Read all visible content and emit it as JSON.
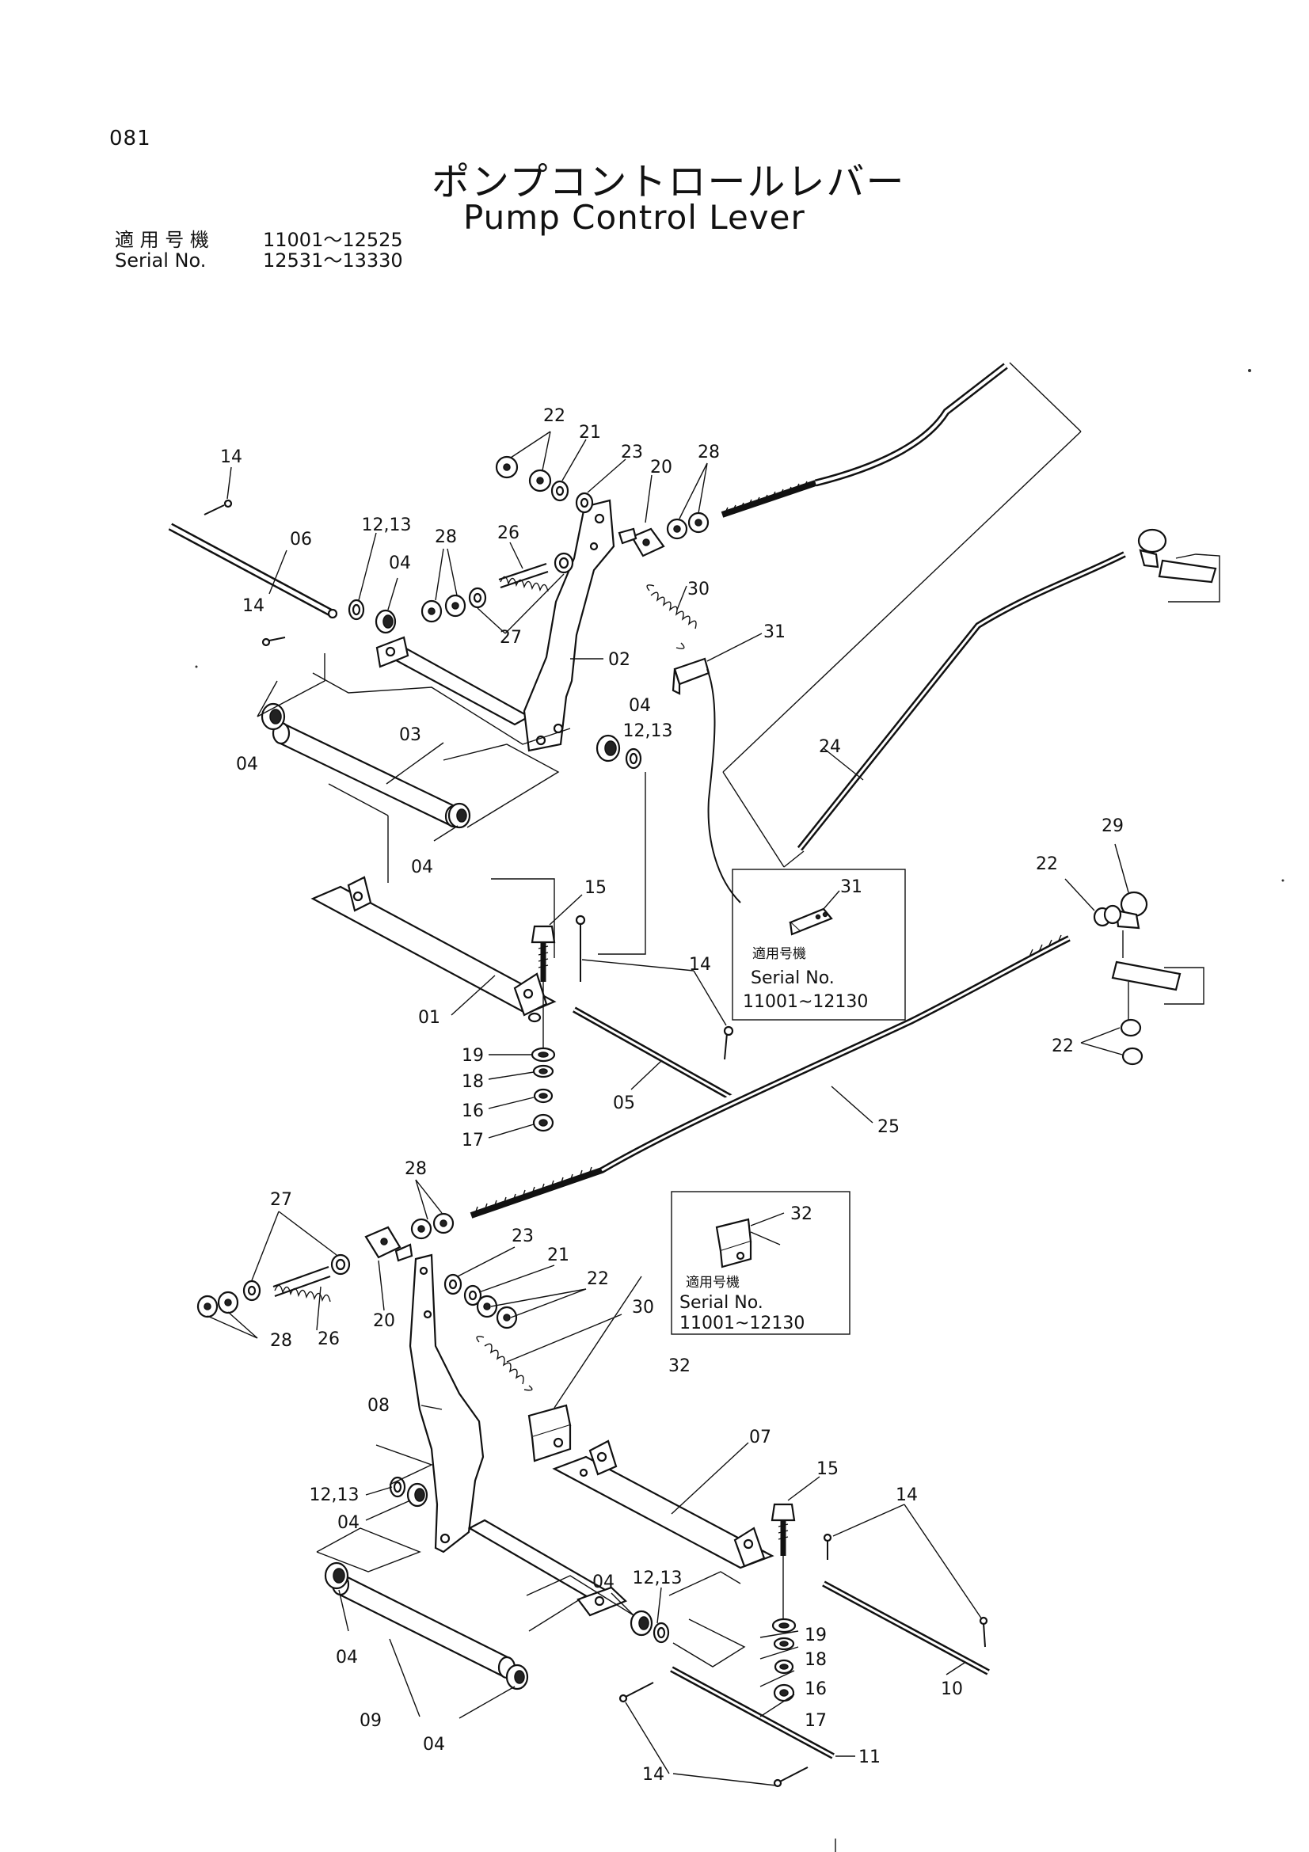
{
  "page_number": "081",
  "title_jp": "ポンプコントロールレバー",
  "title_en": "Pump Control Lever",
  "serial": {
    "label_jp": "適 用 号 機",
    "label_en": "Serial No.",
    "range1": "11001～12525",
    "range2": "12531～13330"
  },
  "callouts": {
    "c14a": "14",
    "c06": "06",
    "c1213a": "12,13",
    "c04a": "04",
    "c28a": "28",
    "c26a": "26",
    "c22a": "22",
    "c21a": "21",
    "c23a": "23",
    "c20a": "20",
    "c28b": "28",
    "c30a": "30",
    "c27a": "27",
    "c02": "02",
    "c31a": "31",
    "c14b": "14",
    "c04b": "04",
    "c03": "03",
    "c04c": "04",
    "c04d": "04",
    "c1213b": "12,13",
    "c24": "24",
    "c15a": "15",
    "c14c": "14",
    "c01": "01",
    "c19a": "19",
    "c18a": "18",
    "c16a": "16",
    "c17a": "17",
    "c05": "05",
    "c25": "25",
    "c29": "29",
    "c22b": "22",
    "c22c": "22",
    "c28c": "28",
    "c27b": "27",
    "c23b": "23",
    "c21b": "21",
    "c22d": "22",
    "c26b": "26",
    "c20b": "20",
    "c28d": "28",
    "c30b": "30",
    "c32a": "32",
    "c08": "08",
    "c07": "07",
    "c15b": "15",
    "c14d": "14",
    "c1213c": "12,13",
    "c04e": "04",
    "c04f": "04",
    "c04g": "04",
    "c1213d": "12,13",
    "c19b": "19",
    "c18b": "18",
    "c16b": "16",
    "c17b": "17",
    "c10": "10",
    "c09": "09",
    "c04h": "04",
    "c11": "11",
    "c14e": "14"
  },
  "inset_31": {
    "part": "31",
    "label_jp": "適用号機",
    "label_en": "Serial No.",
    "range": "11001~12130"
  },
  "inset_32": {
    "part": "32",
    "label_jp": "適用号機",
    "label_en": "Serial No.",
    "range": "11001~12130"
  }
}
